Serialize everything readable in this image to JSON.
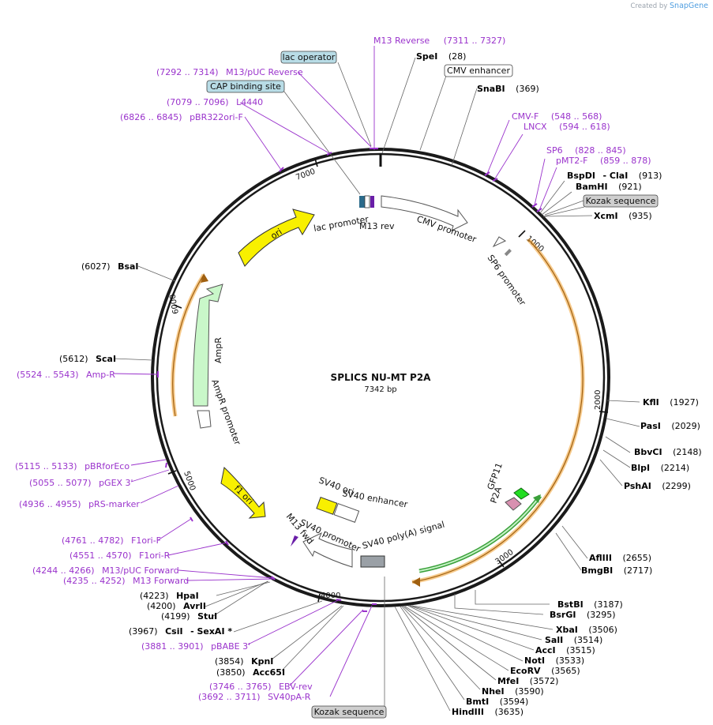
{
  "credit": {
    "prefix": "Created by",
    "brand": "SnapGene"
  },
  "plasmid": {
    "name": "SPLICS NU-MT P2A",
    "length_label": "7342 bp",
    "length": 7342
  },
  "colors": {
    "primer": "#9a33cc",
    "enzyme": "#000000",
    "backbone": "#111111",
    "orf_yellow": "#f8f000",
    "ampR_green": "#c9f7c9",
    "orange_arc": "#f0a030",
    "green_arc": "#3aa03a"
  },
  "tick_labels": [
    "1000",
    "2000",
    "3000",
    "4000",
    "5000",
    "6000",
    "7000"
  ],
  "feature_boxes": [
    {
      "text": "lac operator",
      "style": "blue"
    },
    {
      "text": "CAP binding site",
      "style": "blue"
    },
    {
      "text": "CMV enhancer",
      "style": "white"
    },
    {
      "text": "Kozak sequence",
      "style": "gray"
    },
    {
      "text": "Kozak sequence",
      "style": "gray"
    }
  ],
  "enzymes": [
    {
      "name": "SpeI",
      "pos": "(28)"
    },
    {
      "name": "SnaBI",
      "pos": "(369)"
    },
    {
      "name": "BspDI",
      "extra": "- ClaI",
      "pos": "(913)"
    },
    {
      "name": "BamHI",
      "pos": "(921)"
    },
    {
      "name": "XcmI",
      "pos": "(935)"
    },
    {
      "name": "KflI",
      "pos": "(1927)"
    },
    {
      "name": "PasI",
      "pos": "(2029)"
    },
    {
      "name": "BbvCI",
      "pos": "(2148)"
    },
    {
      "name": "BlpI",
      "pos": "(2214)"
    },
    {
      "name": "PshAI",
      "pos": "(2299)"
    },
    {
      "name": "AflIII",
      "pos": "(2655)"
    },
    {
      "name": "BmgBI",
      "pos": "(2717)"
    },
    {
      "name": "BstBI",
      "pos": "(3187)"
    },
    {
      "name": "BsrGI",
      "pos": "(3295)"
    },
    {
      "name": "XbaI",
      "pos": "(3506)"
    },
    {
      "name": "SalI",
      "pos": "(3514)"
    },
    {
      "name": "AccI",
      "pos": "(3515)"
    },
    {
      "name": "NotI",
      "pos": "(3533)"
    },
    {
      "name": "EcoRV",
      "pos": "(3565)"
    },
    {
      "name": "MfeI",
      "pos": "(3572)"
    },
    {
      "name": "NheI",
      "pos": "(3590)"
    },
    {
      "name": "BmtI",
      "pos": "(3594)"
    },
    {
      "name": "HindIII",
      "pos": "(3635)"
    },
    {
      "name": "Acc65I",
      "pos": "(3850)"
    },
    {
      "name": "KpnI",
      "pos": "(3854)"
    },
    {
      "name": "CsiI",
      "extra": "- SexAI *",
      "pos": "(3967)"
    },
    {
      "name": "StuI",
      "pos": "(4199)"
    },
    {
      "name": "AvrII",
      "pos": "(4200)"
    },
    {
      "name": "HpaI",
      "pos": "(4223)"
    },
    {
      "name": "ScaI",
      "pos": "(5612)"
    },
    {
      "name": "BsaI",
      "pos": "(6027)"
    }
  ],
  "primers": [
    {
      "label": "M13 Reverse",
      "range": "(7311 .. 7327)"
    },
    {
      "label": "M13/pUC Reverse",
      "range": "(7292 .. 7314)"
    },
    {
      "label": "L4440",
      "range": "(7079 .. 7096)"
    },
    {
      "label": "pBR322ori-F",
      "range": "(6826 .. 6845)"
    },
    {
      "label": "CMV-F",
      "range": "(548 .. 568)"
    },
    {
      "label": "LNCX",
      "range": "(594 .. 618)"
    },
    {
      "label": "SP6",
      "range": "(828 .. 845)"
    },
    {
      "label": "pMT2-F",
      "range": "(859 .. 878)"
    },
    {
      "label": "Amp-R",
      "range": "(5524 .. 5543)"
    },
    {
      "label": "pBRforEco",
      "range": "(5115 .. 5133)"
    },
    {
      "label": "pGEX 3'",
      "range": "(5055 .. 5077)"
    },
    {
      "label": "pRS-marker",
      "range": "(4936 .. 4955)"
    },
    {
      "label": "F1ori-F",
      "range": "(4761 .. 4782)"
    },
    {
      "label": "F1ori-R",
      "range": "(4551 .. 4570)"
    },
    {
      "label": "M13/pUC Forward",
      "range": "(4244 .. 4266)"
    },
    {
      "label": "M13 Forward",
      "range": "(4235 .. 4252)"
    },
    {
      "label": "pBABE 3'",
      "range": "(3881 .. 3901)"
    },
    {
      "label": "EBV-rev",
      "range": "(3746 .. 3765)"
    },
    {
      "label": "SV40pA-R",
      "range": "(3692 .. 3711)"
    }
  ],
  "features": [
    "ori",
    "lac promoter",
    "M13 rev",
    "CMV promoter",
    "SP6 promoter",
    "AmpR",
    "AmpR promoter",
    "f1 ori",
    "SV40 ori",
    "SV40 enhancer",
    "SV40 promoter",
    "M13 fwd",
    "SV40 poly(A) signal",
    "GFP11",
    "P2A"
  ]
}
